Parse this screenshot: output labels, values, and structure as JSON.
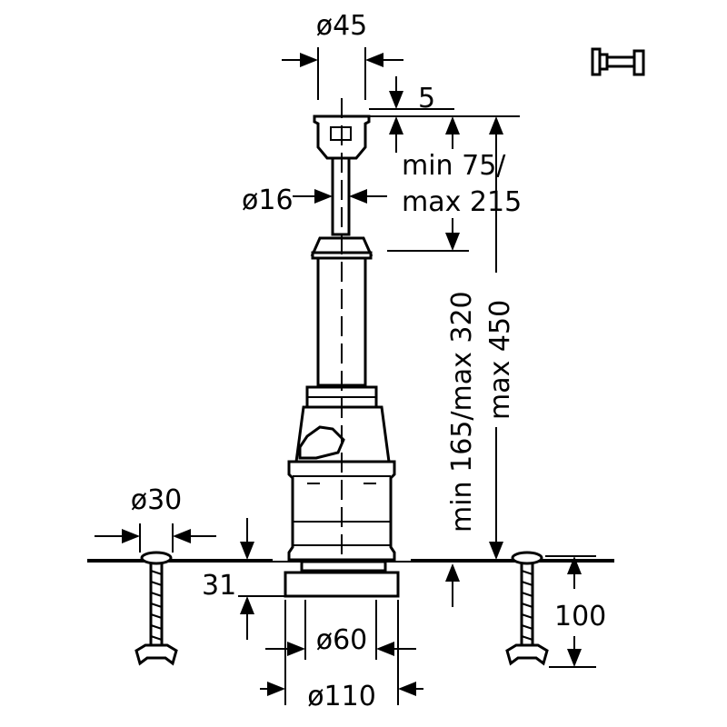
{
  "dimensions": {
    "top_diameter": "ø45",
    "top_offset": "5",
    "height_range_line1": "min 75/",
    "height_range_line2": "max 215",
    "rod_diameter": "ø16",
    "body_range": "min 165/max 320",
    "total_max": "max 450",
    "bolt_diameter": "ø30",
    "base_height": "31",
    "bolt_length": "100",
    "base_inner_diameter": "ø60",
    "base_outer_diameter": "ø110"
  },
  "icons": {
    "side_icon": "bolt-icon"
  }
}
